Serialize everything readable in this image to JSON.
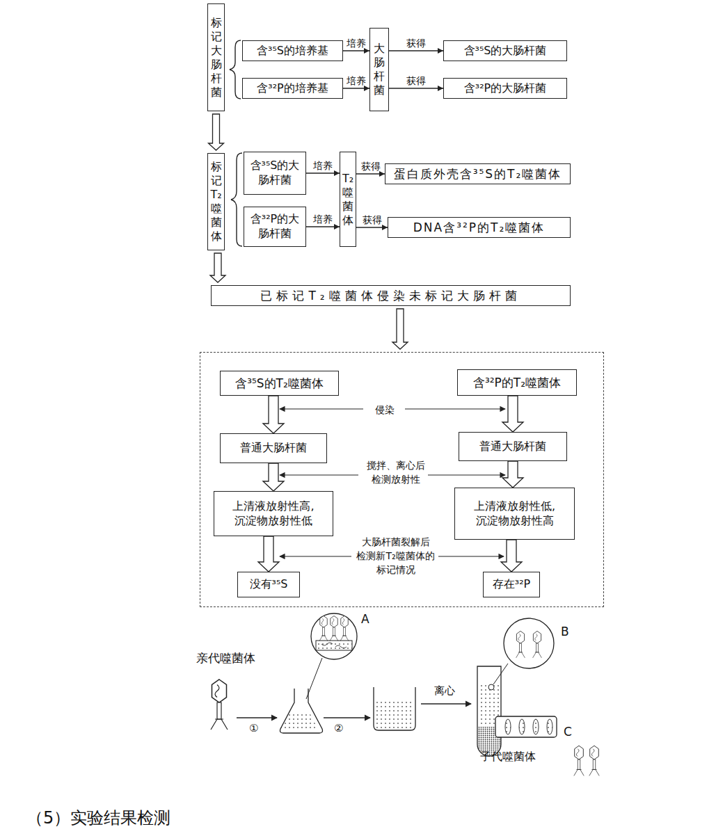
{
  "diagram": {
    "nodes": [
      {
        "text": [
          "标记大肠杆菌"
        ]
      },
      {
        "text": [
          "含³⁵S的培养基"
        ]
      },
      {
        "text": [
          "含³²P的培养基"
        ]
      },
      {
        "text": [
          "大肠杆菌"
        ]
      },
      {
        "text": [
          "含³⁵S的大肠杆菌"
        ]
      },
      {
        "text": [
          "含³²P的大肠杆菌"
        ]
      },
      {
        "text": [
          "标记T₂噬菌体"
        ]
      },
      {
        "text": [
          "含³⁵S的大 肠杆菌"
        ]
      },
      {
        "text": [
          "含³²P的大 肠杆菌"
        ]
      },
      {
        "text": [
          "T₂噬菌体"
        ]
      },
      {
        "text": [
          "蛋白质外壳含³⁵S的T₂噬菌体"
        ]
      },
      {
        "text": [
          "DNA含³²P的T₂噬菌体"
        ]
      },
      {
        "text": [
          "已标记T₂噬菌体侵染未标记大肠杆菌"
        ]
      },
      {
        "text": [
          "侵染",
          "搅拌、离心后 检测放射性",
          "大肠杆菌裂解后 检测新T₂噬菌体的 标记情况"
        ]
      },
      {
        "text": [
          "含³⁵S的T₂噬菌体"
        ],
        "in": 13
      },
      {
        "text": [
          "含³²P的T₂噬菌体"
        ],
        "in": 13
      },
      {
        "text": [
          "普通大肠杆菌"
        ],
        "in": 13
      },
      {
        "text": [
          "普通大肠杆菌"
        ],
        "in": 13
      },
      {
        "text": [
          "上清液放射性高, 沉淀物放射性低"
        ],
        "in": 13
      },
      {
        "text": [
          "上清液放射性低, 沉淀物放射性高"
        ],
        "in": 13
      },
      {
        "text": [
          "没有³⁵S"
        ],
        "in": 13
      },
      {
        "text": [
          "存在³²P"
        ],
        "in": 13
      }
    ],
    "edges": [
      {
        "from": 1,
        "to": 3,
        "arrow": "to",
        "label": "培养"
      },
      {
        "from": 2,
        "to": 3,
        "arrow": "to",
        "label": "培养"
      },
      {
        "from": 3,
        "to": 4,
        "arrow": "to",
        "label": "获得"
      },
      {
        "from": 3,
        "to": 5,
        "arrow": "to",
        "label": "获得"
      },
      {
        "from": 0,
        "to": 6,
        "arrow": "to"
      },
      {
        "from": 7,
        "to": 9,
        "arrow": "to",
        "label": "培养"
      },
      {
        "from": 8,
        "to": 9,
        "arrow": "to",
        "label": "培养"
      },
      {
        "from": 9,
        "to": 10,
        "arrow": "to",
        "label": "获得"
      },
      {
        "from": 9,
        "to": 11,
        "arrow": "to",
        "label": "获得"
      },
      {
        "from": 6,
        "to": 12,
        "arrow": "to"
      },
      {
        "from": 12,
        "to": 13,
        "arrow": "to"
      },
      {
        "from": 14,
        "to": 16,
        "arrow": "to"
      },
      {
        "from": 16,
        "to": 18,
        "arrow": "to"
      },
      {
        "from": 18,
        "to": 20,
        "arrow": "to"
      },
      {
        "from": 15,
        "to": 17,
        "arrow": "to"
      },
      {
        "from": 17,
        "to": 19,
        "arrow": "to"
      },
      {
        "from": 19,
        "to": 21,
        "arrow": "to"
      }
    ],
    "labels": [
      "亲代噬菌体",
      "①",
      "②",
      "A",
      "离心",
      "B",
      "C",
      "子代噬菌体",
      "（5）实验结果检测"
    ]
  }
}
